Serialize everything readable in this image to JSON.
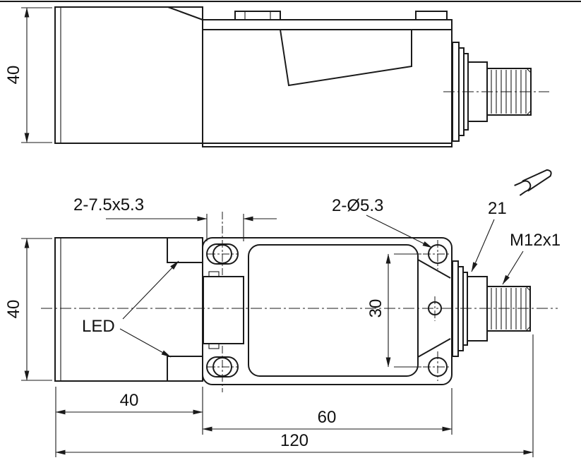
{
  "page": {
    "background": "#ffffff",
    "line_color": "#1a1a1a"
  },
  "side_view": {
    "height_dim": "40"
  },
  "plan_view": {
    "height_dim": "40",
    "slot_spec": "2-7.5x5.3",
    "hole_spec": "2-Ø5.3",
    "wrench_flats_dim": "21",
    "thread_spec": "M12x1",
    "led_label": "LED",
    "hole_spacing_dim": "30",
    "head_width_dim": "40",
    "body_length_dim": "60",
    "total_length_dim": "120"
  }
}
